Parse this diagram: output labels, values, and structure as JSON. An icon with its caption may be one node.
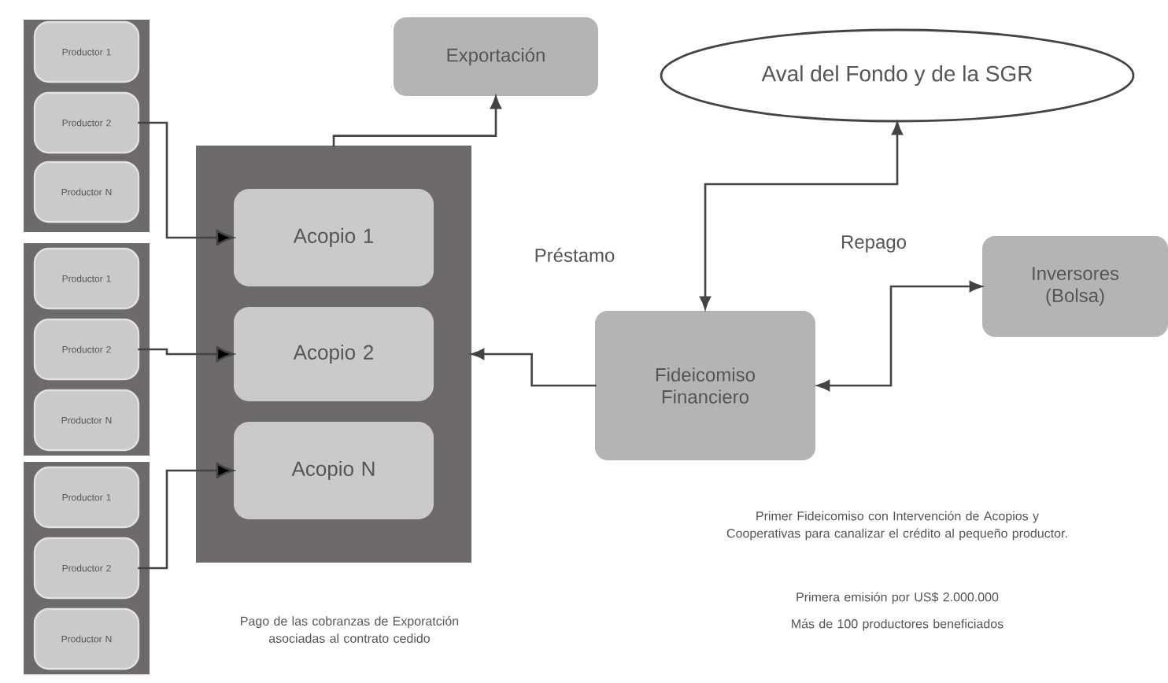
{
  "diagram": {
    "nodes": [
      {
        "text": [],
        "shape": "box"
      },
      {
        "text": [
          "Productor 1"
        ],
        "in": 0
      },
      {
        "text": [
          "Productor 2"
        ],
        "in": 0
      },
      {
        "text": [
          "Productor N"
        ],
        "in": 0
      },
      {
        "text": [],
        "shape": "box"
      },
      {
        "text": [
          "Productor 1"
        ],
        "in": 4
      },
      {
        "text": [
          "Productor 2"
        ],
        "in": 4
      },
      {
        "text": [
          "Productor N"
        ],
        "in": 4
      },
      {
        "text": [],
        "shape": "box"
      },
      {
        "text": [
          "Productor 1"
        ],
        "in": 8
      },
      {
        "text": [
          "Productor 2"
        ],
        "in": 8
      },
      {
        "text": [
          "Productor N"
        ],
        "in": 8
      },
      {
        "text": [
          "Exportación"
        ]
      },
      {
        "text": [],
        "shape": "box"
      },
      {
        "text": [
          "Acopio 1"
        ],
        "in": 13
      },
      {
        "text": [
          "Acopio 2"
        ],
        "in": 13
      },
      {
        "text": [
          "Acopio N"
        ],
        "in": 13
      },
      {
        "text": [
          "Aval del Fondo y de la SGR"
        ]
      },
      {
        "text": [
          "Fideicomiso Financiero"
        ]
      },
      {
        "text": [
          "Inversores (Bolsa)"
        ]
      }
    ],
    "edges": [
      {
        "from": 2,
        "to": 14,
        "arrow": "to"
      },
      {
        "from": 6,
        "to": 15,
        "arrow": "to"
      },
      {
        "from": 10,
        "to": 16,
        "arrow": "to"
      },
      {
        "from": 13,
        "to": 12,
        "arrow": "to"
      },
      {
        "from": 18,
        "to": 13,
        "arrow": "to"
      },
      {
        "from": 18,
        "to": 17,
        "arrow": "both"
      },
      {
        "from": 18,
        "to": 19,
        "arrow": "both"
      }
    ],
    "labels": [
      "Préstamo",
      "Repago",
      "Pago de las cobranzas de Exporatción asociadas al contrato cedido",
      "Primer Fideicomiso con Intervención de Acopios y Cooperativas para canalizar el crédito al pequeño productor.",
      "Primera emisión por US$ 2.000.000",
      "Más de 100 productores beneficiados"
    ]
  }
}
